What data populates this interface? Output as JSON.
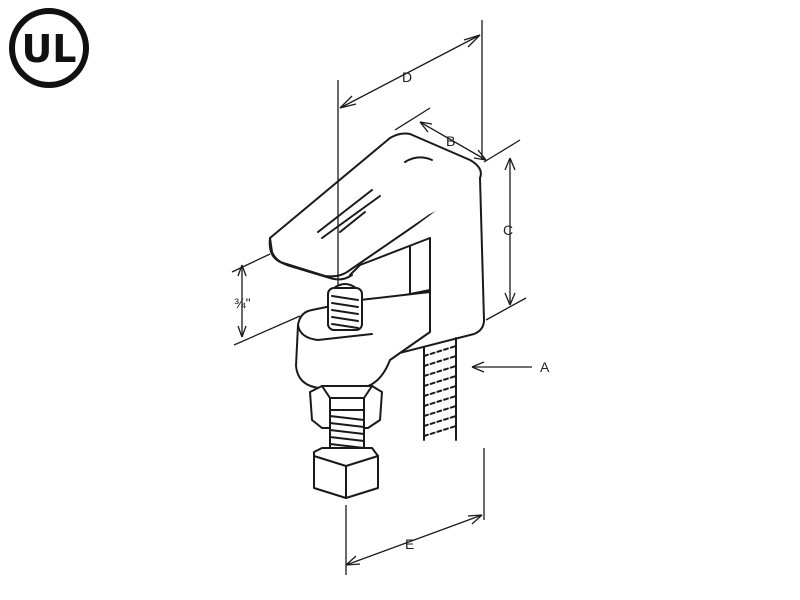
{
  "logo": {
    "text": "UL",
    "name": "ul-certification-mark"
  },
  "dimensions": {
    "A": "A",
    "B": "B",
    "C": "C",
    "D": "D",
    "E": "E",
    "throat": "¾\""
  },
  "colors": {
    "line": "#1a1a1a",
    "background": "#ffffff"
  }
}
